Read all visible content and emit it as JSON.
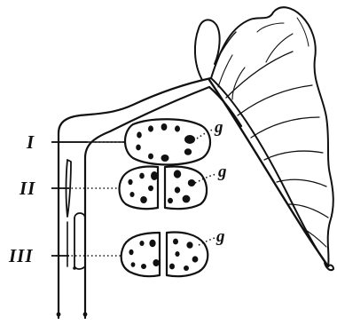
{
  "figure": {
    "labels": {
      "section_1": "I",
      "section_2": "II",
      "section_3": "III",
      "g_1": "g",
      "g_2": "g",
      "g_3": "g"
    }
  }
}
